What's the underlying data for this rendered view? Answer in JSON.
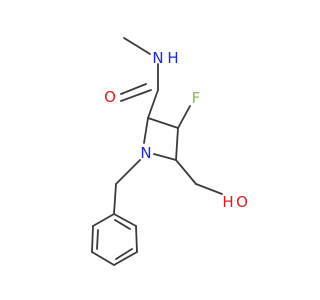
{
  "molecule": {
    "atoms": {
      "n_amide": {
        "label": "N",
        "color": "#1f2bd8"
      },
      "h_amide": {
        "label": "H",
        "color": "#1f2bd8"
      },
      "o_carbonyl": {
        "label": "O",
        "color": "#e31b1b"
      },
      "f": {
        "label": "F",
        "color": "#86c04a"
      },
      "n_ring": {
        "label": "N",
        "color": "#1f2bd8"
      },
      "oh_o": {
        "label": "O",
        "color": "#e31b1b"
      },
      "oh_h": {
        "label": "H",
        "color": "#e31b1b"
      }
    }
  }
}
